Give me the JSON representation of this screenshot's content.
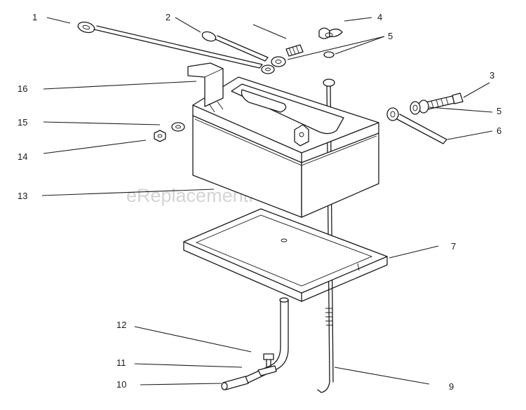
{
  "watermark": "eReplacementParts.com",
  "callouts": [
    "1",
    "2",
    "3",
    "4",
    "5",
    "5",
    "6",
    "7",
    "9",
    "10",
    "11",
    "12",
    "13",
    "14",
    "15",
    "16"
  ]
}
